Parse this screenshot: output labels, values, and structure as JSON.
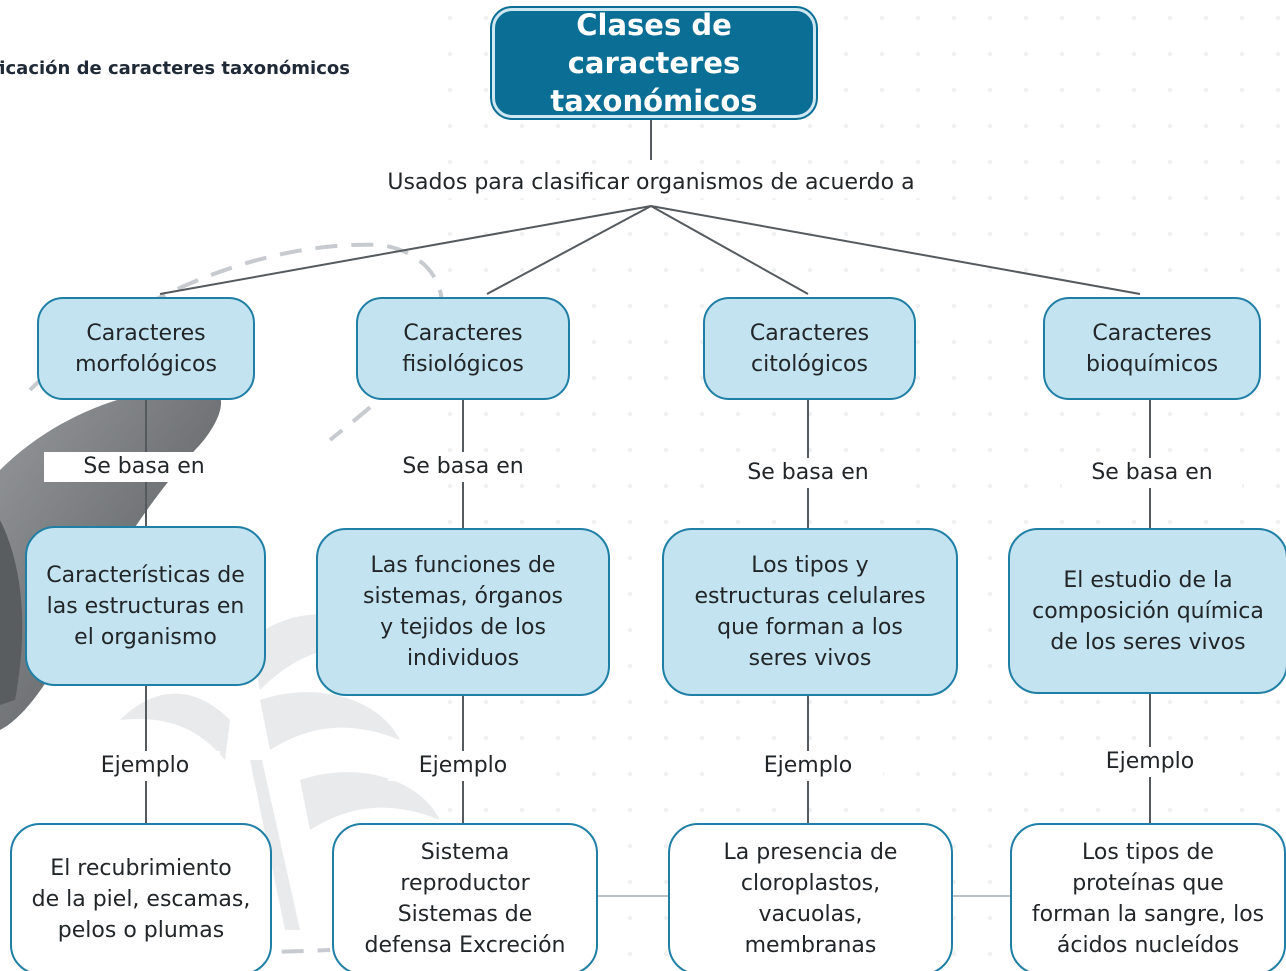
{
  "caption": "ificación de caracteres taxonómicos",
  "title": "Clases de caracteres taxonómicos",
  "root_link": "Usados para clasificar organismos de acuerdo a",
  "branches": [
    {
      "category": "Caracteres\nmorfológicos",
      "link1": "Se basa en",
      "description": "Características de\nlas estructuras en\nel organismo",
      "link2": "Ejemplo",
      "example": "El recubrimiento\nde la piel, escamas,\npelos o plumas"
    },
    {
      "category": "Caracteres\nfisiológicos",
      "link1": "Se basa en",
      "description": "Las funciones de\nsistemas, órganos\ny tejidos de los\nindividuos",
      "link2": "Ejemplo",
      "example": "Sistema\nreproductor\nSistemas de\ndefensa   Excreción"
    },
    {
      "category": "Caracteres\ncitológicos",
      "link1": "Se basa en",
      "description": "Los tipos y\nestructuras celulares\nque forman a los\nseres vivos",
      "link2": "Ejemplo",
      "example": "La presencia de\ncloroplastos,\nvacuolas,\nmembranas"
    },
    {
      "category": "Caracteres\nbioquímicos",
      "link1": "Se basa en",
      "description": "El estudio de la\ncomposición química\nde los seres vivos",
      "link2": "Ejemplo",
      "example": "Los tipos de\nproteínas que\nforman la sangre, los\nácidos nucleídos"
    }
  ],
  "colors": {
    "title_fill": "#0b6e95",
    "node_fill": "#c2e3ef",
    "node_border": "#1f7fa5",
    "line": "#555a5e"
  }
}
